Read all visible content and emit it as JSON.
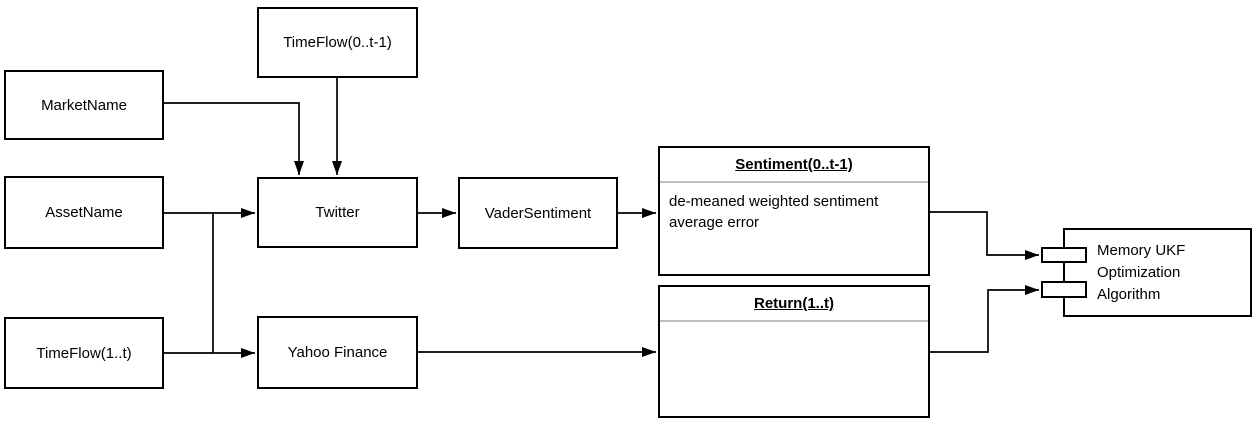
{
  "diagram": {
    "nodes": {
      "timeflow_past": {
        "label": "TimeFlow(0..t-1)"
      },
      "market_name": {
        "label": "MarketName"
      },
      "asset_name": {
        "label": "AssetName"
      },
      "timeflow_window": {
        "label": "TimeFlow(1..t)"
      },
      "twitter": {
        "label": "Twitter"
      },
      "vader_sentiment": {
        "label": "VaderSentiment"
      },
      "yahoo_finance": {
        "label": "Yahoo Finance"
      },
      "sentiment_record": {
        "title": "Sentiment(0..t-1)",
        "body": "de-meaned weighted sentiment average error"
      },
      "return_record": {
        "title": "Return(1..t)",
        "body": ""
      },
      "memory_ukf": {
        "label": "Memory UKF Optimization Algorithm"
      }
    },
    "edges": [
      {
        "from": "MarketName",
        "to": "Twitter"
      },
      {
        "from": "TimeFlow(0..t-1)",
        "to": "Twitter"
      },
      {
        "from": "AssetName",
        "to": "Twitter"
      },
      {
        "from": "AssetName",
        "to": "Yahoo Finance"
      },
      {
        "from": "TimeFlow(1..t)",
        "to": "Twitter"
      },
      {
        "from": "TimeFlow(1..t)",
        "to": "Yahoo Finance"
      },
      {
        "from": "Twitter",
        "to": "VaderSentiment"
      },
      {
        "from": "VaderSentiment",
        "to": "Sentiment(0..t-1)"
      },
      {
        "from": "Yahoo Finance",
        "to": "Return(1..t)"
      },
      {
        "from": "Sentiment(0..t-1)",
        "to": "Memory UKF Optimization Algorithm"
      },
      {
        "from": "Return(1..t)",
        "to": "Memory UKF Optimization Algorithm"
      }
    ],
    "colors": {
      "line": "#000000",
      "box_border": "#000000",
      "box_fill": "#ffffff",
      "divider": "#bdbdbd",
      "background": "#ffffff"
    }
  }
}
